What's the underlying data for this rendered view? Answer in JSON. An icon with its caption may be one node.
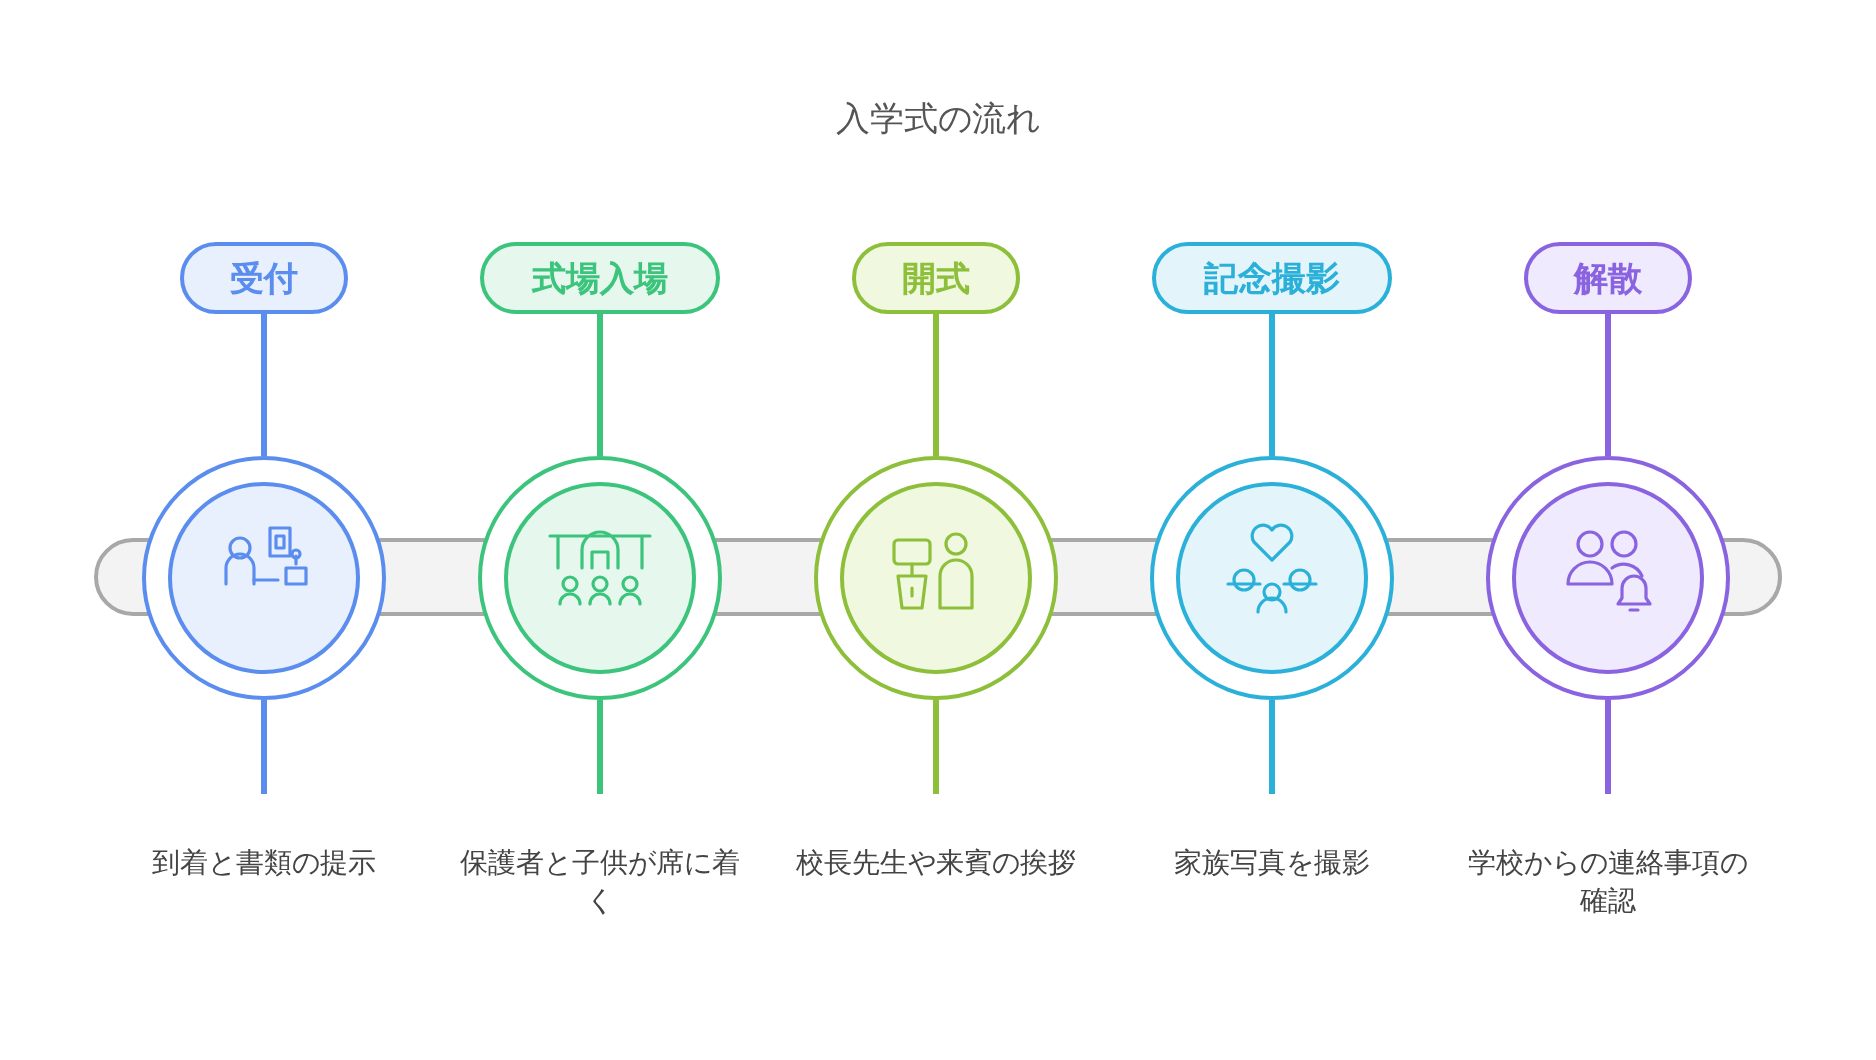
{
  "diagram": {
    "title": "入学式の流れ",
    "nodes": [
      {
        "text": [
          "受付"
        ]
      },
      {
        "text": [],
        "shape": "circle"
      },
      {
        "text": [
          "到着と書類の提示"
        ]
      },
      {
        "text": [
          "式場入場"
        ]
      },
      {
        "text": [],
        "shape": "circle"
      },
      {
        "text": [
          "保護者と子供が席に着く"
        ]
      },
      {
        "text": [
          "開式"
        ]
      },
      {
        "text": [],
        "shape": "circle"
      },
      {
        "text": [
          "校長先生や来賓の挨拶"
        ]
      },
      {
        "text": [
          "記念撮影"
        ]
      },
      {
        "text": [],
        "shape": "circle"
      },
      {
        "text": [
          "家族写真を撮影"
        ]
      },
      {
        "text": [
          "解散"
        ]
      },
      {
        "text": [],
        "shape": "circle"
      },
      {
        "text": [
          "学校からの連絡事項の確認"
        ]
      }
    ],
    "edges": [
      {
        "from": 0,
        "to": 1,
        "arrow": "none",
        "color": "#5b8def"
      },
      {
        "from": 1,
        "to": 2,
        "arrow": "none",
        "color": "#5b8def"
      },
      {
        "from": 3,
        "to": 4,
        "arrow": "none",
        "color": "#3cc47c"
      },
      {
        "from": 4,
        "to": 5,
        "arrow": "none",
        "color": "#3cc47c"
      },
      {
        "from": 6,
        "to": 7,
        "arrow": "none",
        "color": "#8dbf3a"
      },
      {
        "from": 7,
        "to": 8,
        "arrow": "none",
        "color": "#8dbf3a"
      },
      {
        "from": 9,
        "to": 10,
        "arrow": "none",
        "color": "#2bb0d9"
      },
      {
        "from": 10,
        "to": 11,
        "arrow": "none",
        "color": "#2bb0d9"
      },
      {
        "from": 12,
        "to": 13,
        "arrow": "none",
        "color": "#8a63e0"
      },
      {
        "from": 13,
        "to": 14,
        "arrow": "none",
        "color": "#8a63e0"
      }
    ]
  }
}
